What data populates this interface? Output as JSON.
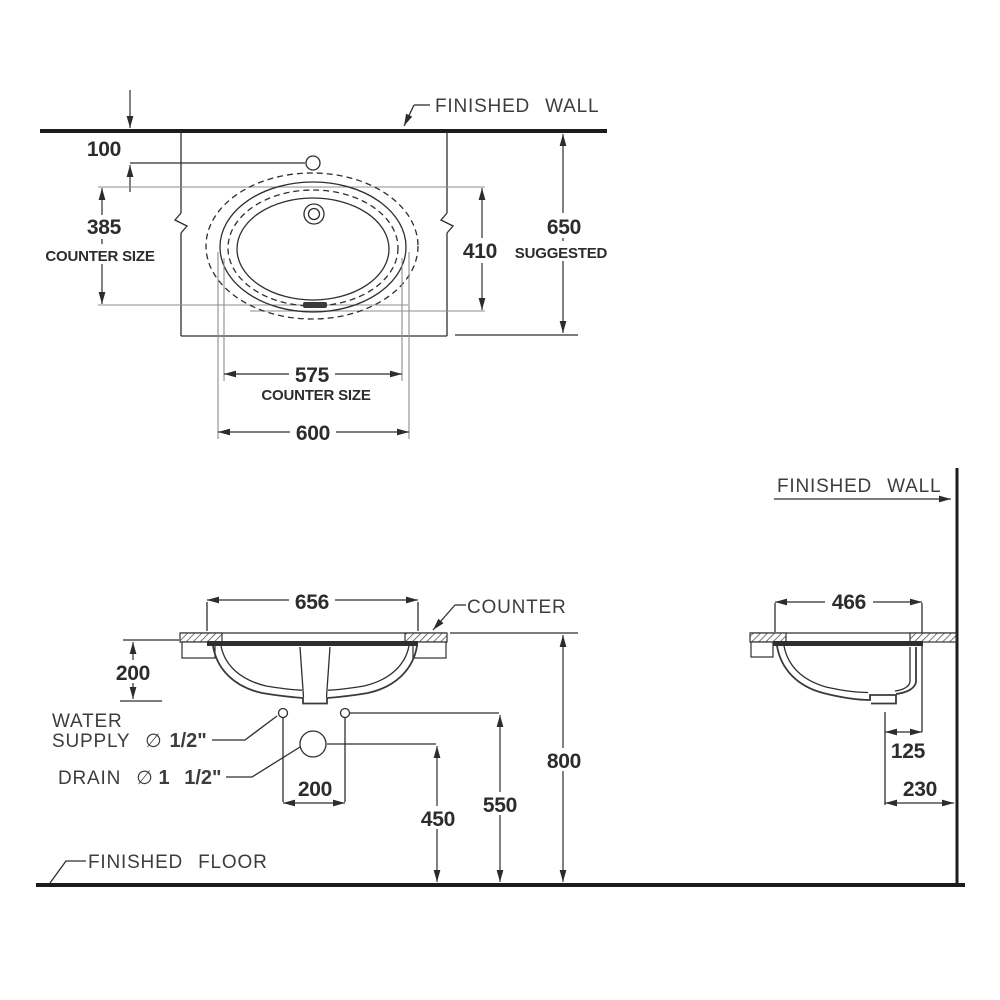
{
  "colors": {
    "ink": "#2c2c2c",
    "extension_gray": "#8e8e8e",
    "background": "#ffffff"
  },
  "plan_view": {
    "finished_wall_label": "FINISHED WALL",
    "dim_tap_from_wall": "100",
    "dim_counter_size_depth": "385",
    "counter_size_label_left": "COUNTER SIZE",
    "dim_basin_depth": "410",
    "dim_suggested_depth": "650",
    "suggested_label": "SUGGESTED",
    "dim_counter_size_width": "575",
    "counter_size_label_bottom": "COUNTER SIZE",
    "dim_basin_width": "600"
  },
  "front_view": {
    "dim_rim_width": "656",
    "counter_label": "COUNTER",
    "dim_bowl_depth": "200",
    "water_supply_line1": "WATER",
    "water_supply_line2_prefix": "SUPPLY ∅",
    "water_supply_size": "1/2\"",
    "drain_prefix": "DRAIN ∅",
    "drain_size": "1 1/2\"",
    "dim_supply_spacing": "200",
    "dim_drain_height": "450",
    "dim_supply_height": "550",
    "dim_counter_height": "800",
    "finished_floor_label": "FINISHED FLOOR"
  },
  "side_view": {
    "finished_wall_label": "FINISHED WALL",
    "dim_rim_depth": "466",
    "dim_drain_offset": "125",
    "dim_drain_from_wall": "230"
  }
}
